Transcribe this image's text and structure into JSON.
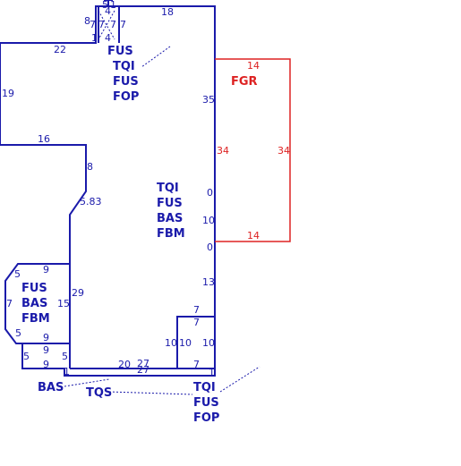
{
  "dimensions": {
    "top_small_a": "5",
    "top_small_b": "4",
    "top_small_c": "1",
    "top_small_d": "4",
    "left_8": "8",
    "left_7a": "7",
    "left_7b": "7",
    "left_7c": "7",
    "left_1": "1",
    "left_4": "4",
    "top_18": "18",
    "upper_22": "22",
    "upper_19": "19",
    "upper_16": "16",
    "mid_8": "8",
    "mid_583": "5.83",
    "right_35": "35",
    "center_0a": "0",
    "center_10": "10",
    "center_0b": "0",
    "right_13": "13",
    "fgr_top": "14",
    "fgr_left": "34",
    "fgr_right": "34",
    "fgr_bottom": "14",
    "oct_5a": "5",
    "oct_9a": "9",
    "oct_7": "7",
    "oct_15": "15",
    "oct_5b": "5",
    "oct_9b": "9",
    "wall_29": "29",
    "bot_9": "9",
    "bot_5a": "5",
    "bot_5b": "5",
    "bot_9c": "9",
    "bot_1": "1",
    "bot_20": "20",
    "bot_27a": "27",
    "bot_27b": "27",
    "notch_7a": "7",
    "notch_7b": "7",
    "notch_10a": "10",
    "notch_10b": "10",
    "notch_10c": "10",
    "notch_7c": "7",
    "notch_1": "1"
  },
  "labels": {
    "top_area": [
      "FUS",
      "TQI",
      "FUS",
      "FOP"
    ],
    "main_area": [
      "TQI",
      "FUS",
      "BAS",
      "FBM"
    ],
    "octagon_area": [
      "FUS",
      "BAS",
      "FBM"
    ],
    "fgr": "FGR",
    "bas": "BAS",
    "tqs": "TQS",
    "bottom_right": [
      "TQI",
      "FUS",
      "FOP"
    ]
  },
  "colors": {
    "lines": "#1a1aaa",
    "garage": "#dd2222"
  }
}
